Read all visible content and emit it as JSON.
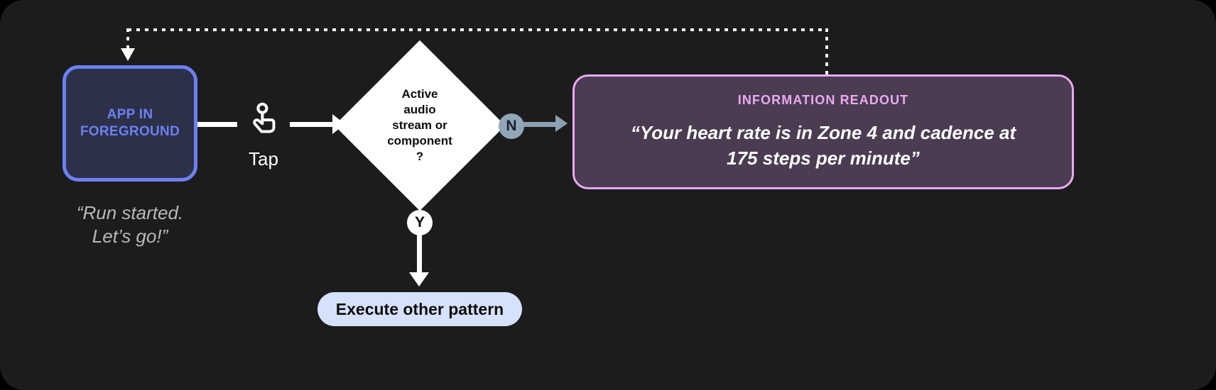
{
  "canvas": {
    "background": "#1c1c1c",
    "page_background": "#000000"
  },
  "nodes": {
    "app_box": {
      "label": "APP IN\nFOREGROUND",
      "label_line1": "APP IN",
      "label_line2": "FOREGROUND",
      "border_color": "#6d80f3",
      "fill_color": "#2c3149",
      "text_color": "#6d80f3"
    },
    "app_caption": {
      "text": "“Run started.\nLet’s go!”",
      "line1": "“Run started.",
      "line2": "Let’s go!”",
      "color": "#b9b9b9"
    },
    "gesture": {
      "icon": "tap-hand-icon",
      "label": "Tap"
    },
    "decision": {
      "text": "Active\naudio\nstream or\ncomponent\n?",
      "line1": "Active",
      "line2": "audio",
      "line3": "stream or",
      "line4": "component",
      "line5": "?",
      "fill_color": "#ffffff",
      "text_color": "#0d0d0d"
    },
    "branch_no": {
      "label": "N",
      "fill_color": "#91a6b6",
      "text_color": "#17202a"
    },
    "branch_yes": {
      "label": "Y",
      "fill_color": "#ffffff",
      "text_color": "#0d0d0d"
    },
    "execute_pill": {
      "label": "Execute other pattern",
      "fill_color": "#d6e2fb",
      "text_color": "#0d0d0d"
    },
    "readout": {
      "title": "INFORMATION READOUT",
      "body": "“Your heart rate is in Zone 4 and cadence at 175 steps per minute”",
      "body_line1": "“Your heart rate is in Zone 4 and cadence at",
      "body_line2": "175 steps per minute”",
      "border_color": "#e9aaf0",
      "fill_color": "#4b3c52",
      "title_color": "#e9aaf0",
      "body_color": "#ffffff"
    }
  },
  "connectors": {
    "app_to_tap": {
      "style": "solid",
      "color": "#ffffff"
    },
    "tap_to_decision": {
      "style": "solid-arrow",
      "color": "#ffffff"
    },
    "decision_to_readout": {
      "style": "solid-arrow",
      "color": "#8ba0b0"
    },
    "decision_to_execute": {
      "style": "solid-arrow",
      "color": "#ffffff"
    },
    "readout_back_to_app": {
      "style": "dotted-arrow",
      "color": "#ffffff"
    }
  }
}
